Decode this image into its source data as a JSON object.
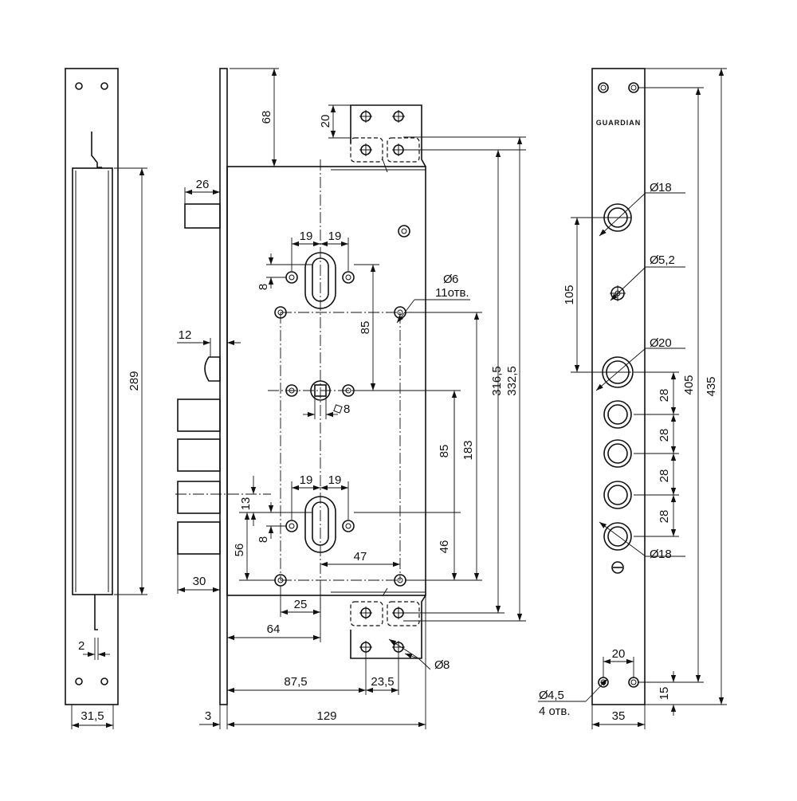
{
  "brand": "GUARDIAN",
  "side_view": {
    "height": "289",
    "offset": "2",
    "width": "31,5"
  },
  "main_view": {
    "top_offset": "68",
    "bolt_depth": "26",
    "latch_depth": "12",
    "deadbolt_depth": "30",
    "faceplate_thickness": "3",
    "body_width": "129",
    "backset_64": "64",
    "backset_87_5": "87,5",
    "offset_23_5": "23,5",
    "upper_spacing_left": "19",
    "upper_spacing_right": "19",
    "lower_spacing_left": "19",
    "lower_spacing_right": "19",
    "upper_cyl_8": "8",
    "lower_cyl_8": "8",
    "spindle": "8",
    "spacing_85_upper": "85",
    "spacing_85_lower": "85",
    "spacing_183": "183",
    "spacing_316_5": "316,5",
    "spacing_332_5": "332,5",
    "spacing_13": "13",
    "spacing_56": "56",
    "spacing_46": "46",
    "spacing_47": "47",
    "spacing_25": "25",
    "spacing_20": "20",
    "hole_dia": "6",
    "hole_count": "11отв.",
    "mount_dia": "8"
  },
  "front_view": {
    "hole_18_top": "18",
    "hole_5_2": "5,2",
    "hole_20": "20",
    "hole_18_bottom": "18",
    "spacing_105": "105",
    "spacing_28_a": "28",
    "spacing_28_b": "28",
    "spacing_28_c": "28",
    "spacing_28_d": "28",
    "spacing_405": "405",
    "spacing_435": "435",
    "spacing_15": "15",
    "spacing_20": "20",
    "width": "35",
    "screw_dia": "4,5",
    "screw_count": "4 отв."
  }
}
